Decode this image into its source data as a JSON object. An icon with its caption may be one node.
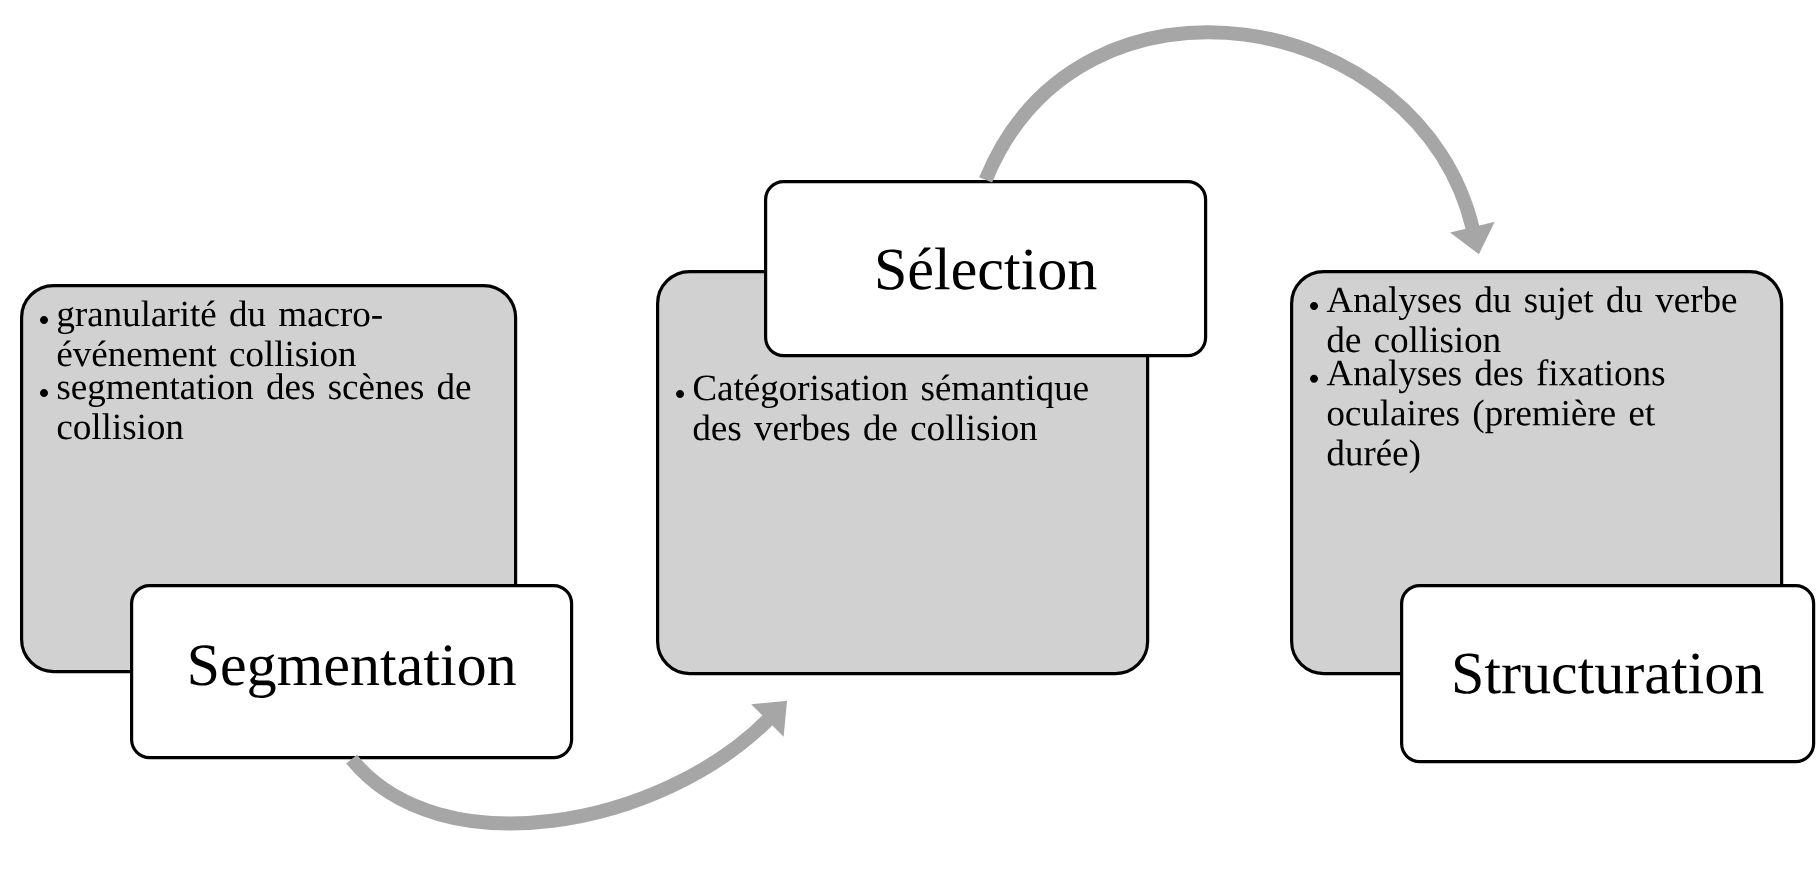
{
  "diagram": {
    "nodes": [
      {
        "text": [
          "granularité du macro-événement collision",
          "segmentation des scènes de collision"
        ]
      },
      {
        "text": [
          "Segmentation"
        ]
      },
      {
        "text": [
          "Catégorisation sémantique des verbes de collision"
        ]
      },
      {
        "text": [
          "Sélection"
        ]
      },
      {
        "text": [
          "Analyses du sujet du verbe de collision",
          "Analyses des fixations oculaires (première et durée)"
        ]
      },
      {
        "text": [
          "Structuration"
        ]
      }
    ],
    "edges": [
      {
        "from": 1,
        "to": 2,
        "arrow": "to"
      },
      {
        "from": 3,
        "to": 4,
        "arrow": "to"
      }
    ]
  }
}
